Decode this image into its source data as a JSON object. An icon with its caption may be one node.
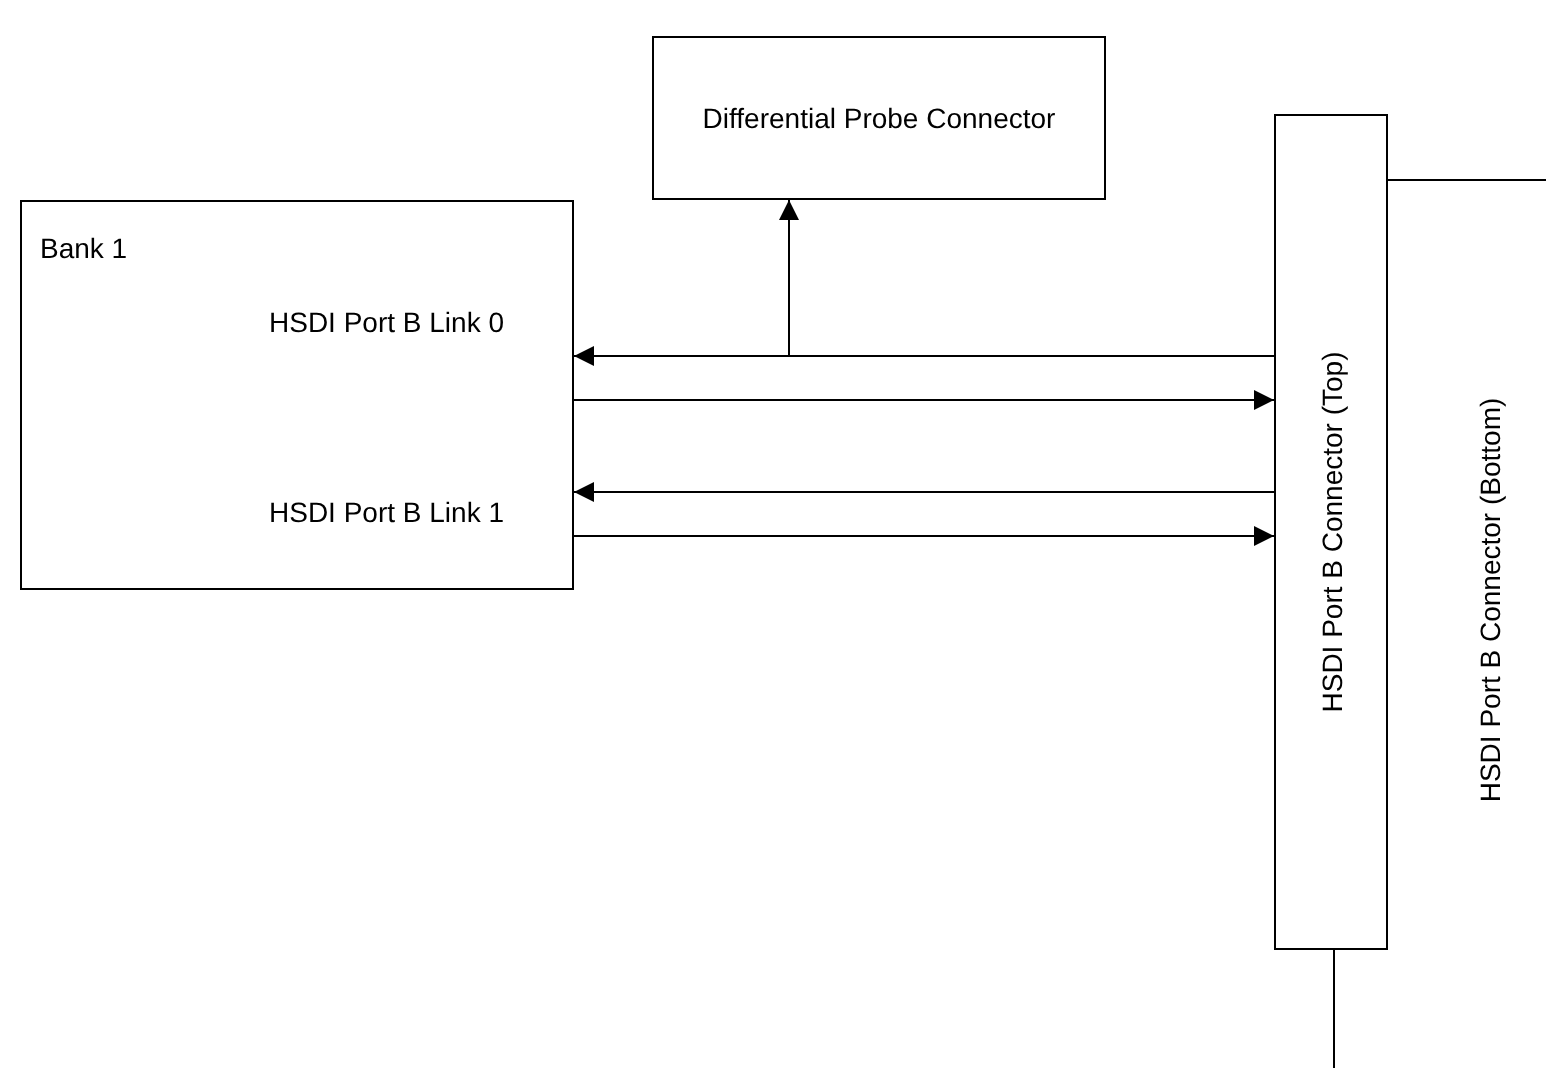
{
  "diagram": {
    "nodes": [
      {
        "text": [
          "Differential Probe Connector"
        ]
      },
      {
        "text": [
          "Bank 1",
          "HSDI Port B Link 0",
          "HSDI Port B Link 1"
        ]
      },
      {
        "text": [
          "HSDI Port B Connector (Top)"
        ]
      }
    ],
    "edges": [
      {
        "from": 2,
        "to": 1,
        "arrow": "to"
      },
      {
        "from": 1,
        "to": 2,
        "arrow": "to"
      },
      {
        "from": 2,
        "to": 1,
        "arrow": "to"
      },
      {
        "from": 1,
        "to": 2,
        "arrow": "to"
      },
      {
        "from": 2,
        "to": 0,
        "arrow": "to"
      }
    ],
    "labels": [
      "HSDI Port B Connector (Bottom)"
    ]
  }
}
